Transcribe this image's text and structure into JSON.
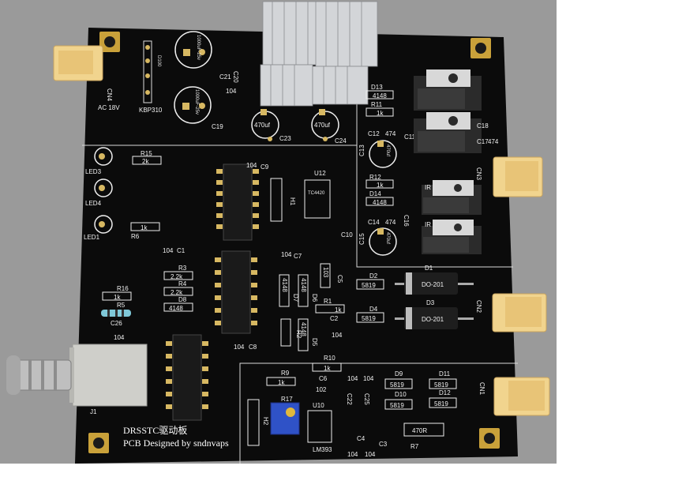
{
  "board": {
    "credit_title": "DRSSTC驱动板",
    "credit_author": "PCB Designed by sndnvaps",
    "bnc_label": "J1",
    "colors": {
      "board": "#0b0b0b",
      "silk": "#f2f2f2",
      "copper": "#c9a13a",
      "pad": "#d7b862",
      "viewport": "#9a9a9a"
    }
  },
  "labels": {
    "cn4": "CN4",
    "ac": "AC 18V",
    "kbp": "KBP310",
    "d100": "D100",
    "c20": "C20",
    "c20v": "104",
    "c21": "C21",
    "c19": "C19",
    "cap1000a": "1000uF-25v",
    "cap1000b": "1000uF-25v",
    "cap470a": "470uf",
    "cap470b": "470uf",
    "c23": "C23",
    "c24": "C24",
    "d13": "D13",
    "d13v": "4148",
    "r11": "R11",
    "r11v": "1k",
    "c12": "C12",
    "c12v": "474",
    "c11": "C11",
    "c13": "C13",
    "c13v": "470uf",
    "c18": "C18",
    "c17": "C17",
    "c17v": "474",
    "ip1": "IP",
    "ip2": "IR",
    "ip3": "IR",
    "cn3": "CN3",
    "r12": "R12",
    "r12v": "1k",
    "d14": "D14",
    "d14v": "4148",
    "c14": "C14",
    "c14v": "474",
    "c15": "C15",
    "c15v": "470uf",
    "c16": "C16",
    "led3": "LED3",
    "led4": "LED4",
    "led1": "LED1",
    "r15": "R15",
    "r15v": "2k",
    "r6": "R6",
    "r6v": "1k",
    "c9": "C9",
    "c9v": "104",
    "u12": "U12",
    "u12v": "TC4420",
    "h1": "H1",
    "c10": "C10",
    "c1": "C1",
    "c1v": "104",
    "r3": "R3",
    "r3v": "2.2k",
    "r4": "R4",
    "r4v": "2.2k",
    "d8": "D8",
    "d8v": "4148",
    "r16": "R16",
    "r16v": "1k",
    "r5": "R5",
    "c26": "C26",
    "c26v": "104",
    "c7": "C7",
    "c7v": "104",
    "d7": "D7",
    "d7v": "4148",
    "d6": "D6",
    "d6v": "4148",
    "c5": "C5",
    "c5v": "103",
    "d2": "D2",
    "d2v": "5819",
    "d1": "D1",
    "d1v": "DO-201",
    "r1": "R1",
    "r1v": "1k",
    "c2": "C2",
    "c2v": "104",
    "d4": "D4",
    "d4v": "5819",
    "d3": "D3",
    "d3v": "DO-201",
    "cn2": "CN2",
    "c8": "C8",
    "c8v": "104",
    "r2": "R2",
    "d5": "D5",
    "d5v": "4148",
    "r9": "R9",
    "r9v": "1k",
    "r10": "R10",
    "r10v": "1k",
    "c6": "C6",
    "c6v": "102",
    "r17": "R17",
    "u10": "U10",
    "u10v": "LM393",
    "h2": "H2",
    "c22": "C22",
    "c22v": "104",
    "c25": "C25",
    "c25v": "104",
    "d9": "D9",
    "d9v": "5819",
    "d10": "D10",
    "d10v": "5819",
    "d11": "D11",
    "d11v": "5819",
    "d12": "D12",
    "d12v": "5819",
    "cn1": "CN1",
    "c4": "C4",
    "c4v": "104",
    "c3": "C3",
    "c3v": "104",
    "r7": "R7",
    "r7v": "470R"
  }
}
